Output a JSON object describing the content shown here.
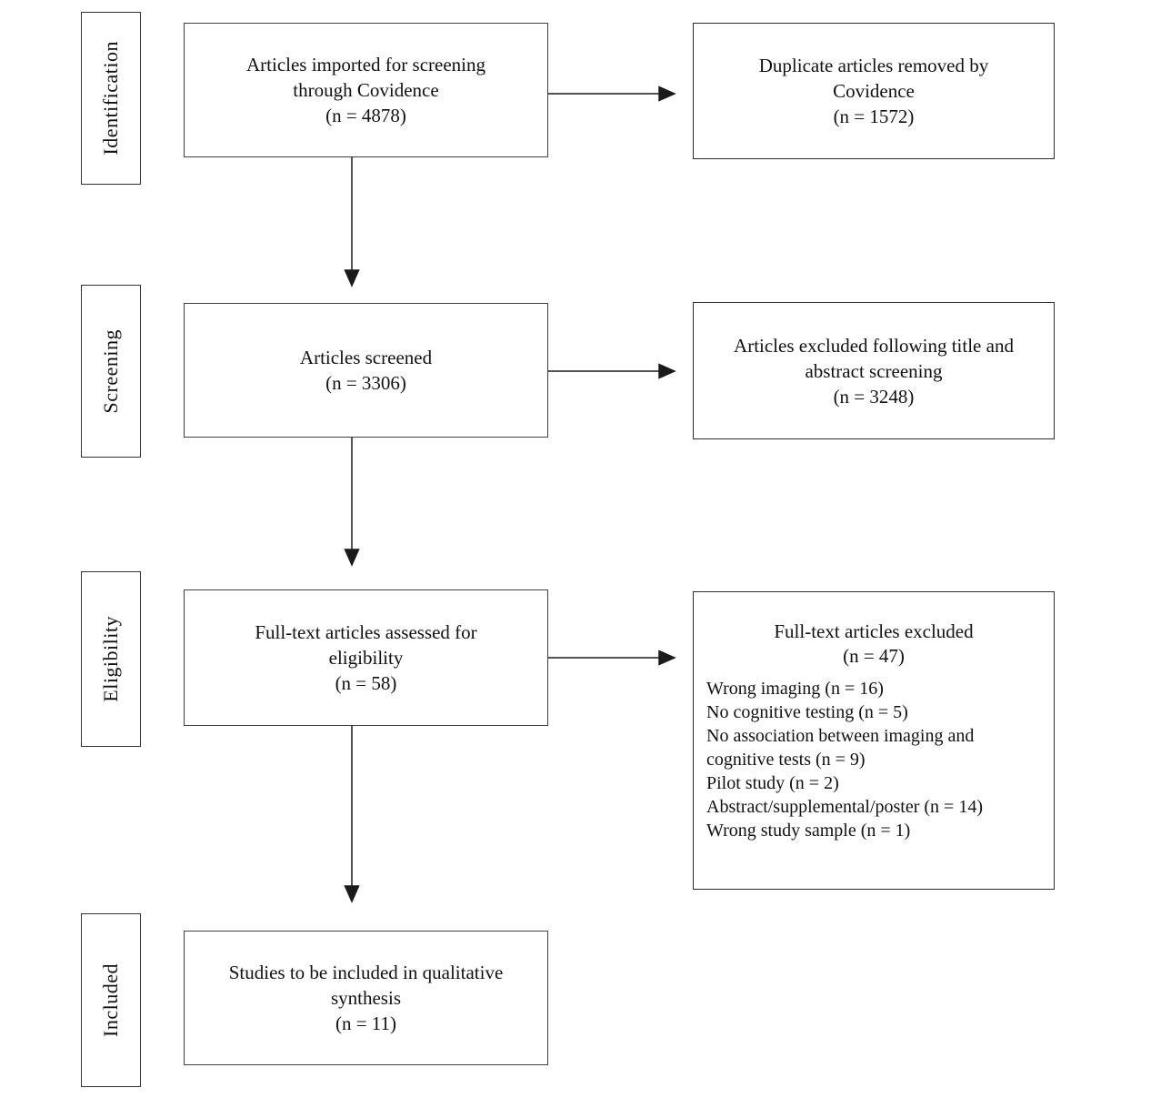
{
  "diagram": {
    "kind": "prisma-flow-diagram",
    "colors": {
      "background": "#ffffff",
      "box_border": "#404040",
      "arrow": "#1a1a1a",
      "text": "#111111"
    },
    "stages": [
      {
        "label": "Identification"
      },
      {
        "label": "Screening"
      },
      {
        "label": "Eligibility"
      },
      {
        "label": "Included"
      }
    ],
    "flow_boxes": {
      "imported": {
        "text": "Articles imported for screening\nthrough Covidence\n(n = 4878)"
      },
      "screened": {
        "text": "Articles screened\n(n = 3306)"
      },
      "fulltext_assessed": {
        "text": "Full-text articles assessed for\neligibility\n(n = 58)"
      },
      "included_studies": {
        "text": "Studies to be included in qualitative\nsynthesis\n(n = 11)"
      }
    },
    "exclusion_boxes": {
      "duplicates": {
        "text": "Duplicate articles removed by\nCovidence\n(n = 1572)"
      },
      "title_abstract": {
        "text": "Articles excluded following title and\nabstract screening\n(n = 3248)"
      },
      "fulltext_excluded": {
        "title": "Full-text articles excluded\n(n = 47)",
        "reasons": [
          "Wrong imaging (n = 16)",
          "No cognitive testing (n = 5)",
          "No association between imaging and\ncognitive tests (n = 9)",
          "Pilot study (n = 2)",
          "Abstract/supplemental/poster (n = 14)",
          "Wrong study sample (n = 1)"
        ]
      }
    }
  }
}
